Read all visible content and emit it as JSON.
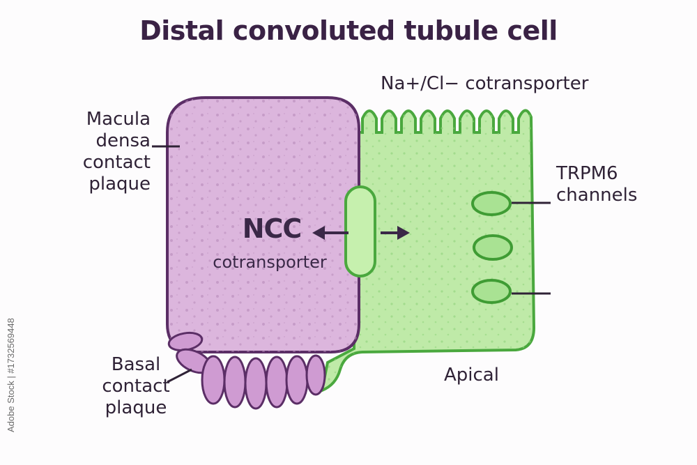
{
  "title": "Distal convoluted tubule cell",
  "labels": {
    "na_cl": "Na+/Cl− cotransporter",
    "macula": [
      "Macula",
      "densa",
      "contact",
      "plaque"
    ],
    "trpm6": [
      "TRPM6",
      "channels"
    ],
    "ncc_main": "NCC",
    "ncc_sub": "cotransporter",
    "basal": [
      "Basal",
      "contact",
      "plaque"
    ],
    "apical": "Apical"
  },
  "watermark": "Adobe Stock | #1732569448",
  "colors": {
    "purple_fill": "#dcb6dd",
    "purple_stroke": "#5b2e66",
    "green_fill": "#bfeaa8",
    "green_stroke": "#4aa83e",
    "arrow": "#3a2847"
  }
}
